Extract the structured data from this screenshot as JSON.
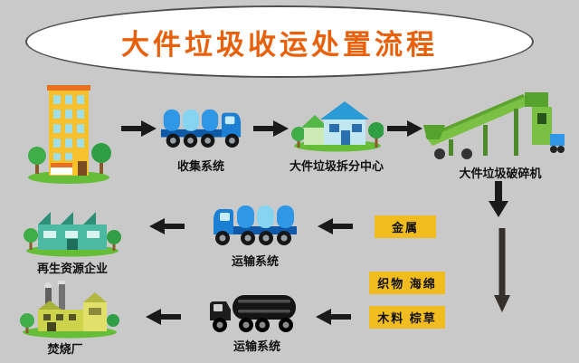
{
  "title": {
    "text": "大件垃圾收运处置流程"
  },
  "flow": {
    "collection_truck_label": "收集系统",
    "dismantle_center_label": "大件垃圾拆分中心",
    "crusher_label": "大件垃圾破碎机",
    "metal_tag": "金属",
    "fabric_tag": "织物 海绵",
    "wood_tag": "木料 棕草",
    "metal_transport_label": "运输系统",
    "waste_transport_label": "运输系统",
    "recycling_label": "再生资源企业",
    "incineration_label": "焚烧厂"
  },
  "colors": {
    "bg": "#c9c9c9",
    "title_orange": "#e8600a",
    "tag_yellow": "#f0bc1f",
    "arrow_dark": "#1a1a1a",
    "connector_dark": "#35302b",
    "truck_blue": "#1b7fd4",
    "machine_green": "#7ac143"
  }
}
